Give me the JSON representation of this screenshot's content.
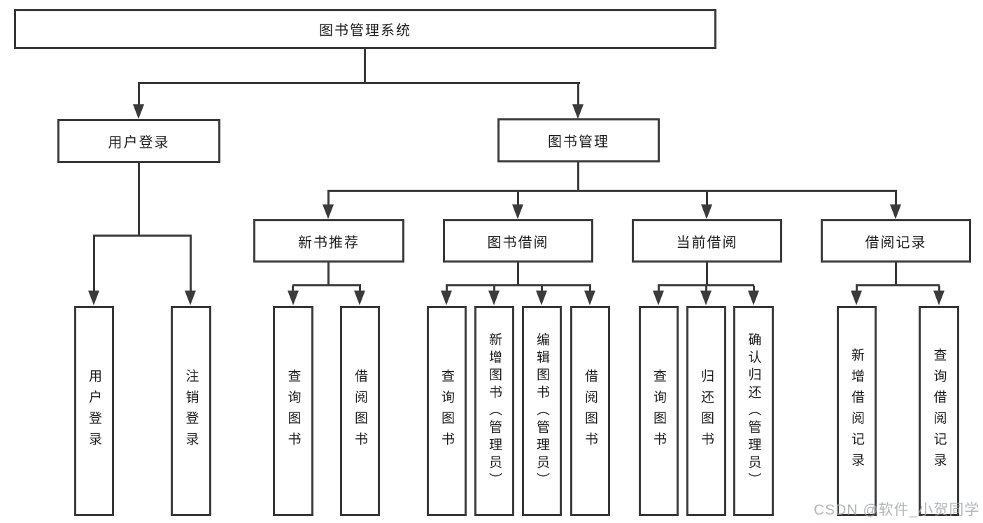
{
  "colors": {
    "line": "#3b3b3b",
    "box_border": "#3b3b3b",
    "box_fill": "#ffffff",
    "text": "#1c1c1c",
    "background": "#ffffff",
    "watermark": "#a5aaae"
  },
  "watermark": "CSDN @软件_小贺同学",
  "tree": {
    "root": "图书管理系统",
    "children": [
      {
        "label": "用户登录",
        "children": [
          "用户登录",
          "注销登录"
        ]
      },
      {
        "label": "图书管理",
        "children": [
          {
            "label": "新书推荐",
            "children": [
              "查询图书",
              "借阅图书"
            ]
          },
          {
            "label": "图书借阅",
            "children": [
              "查询图书",
              "新增图书（管理员）",
              "编辑图书（管理员）",
              "借阅图书"
            ]
          },
          {
            "label": "当前借阅",
            "children": [
              "查询图书",
              "归还图书",
              "确认归还（管理员）"
            ]
          },
          {
            "label": "借阅记录",
            "children": [
              "新增借阅记录",
              "查询借阅记录"
            ]
          }
        ]
      }
    ]
  }
}
